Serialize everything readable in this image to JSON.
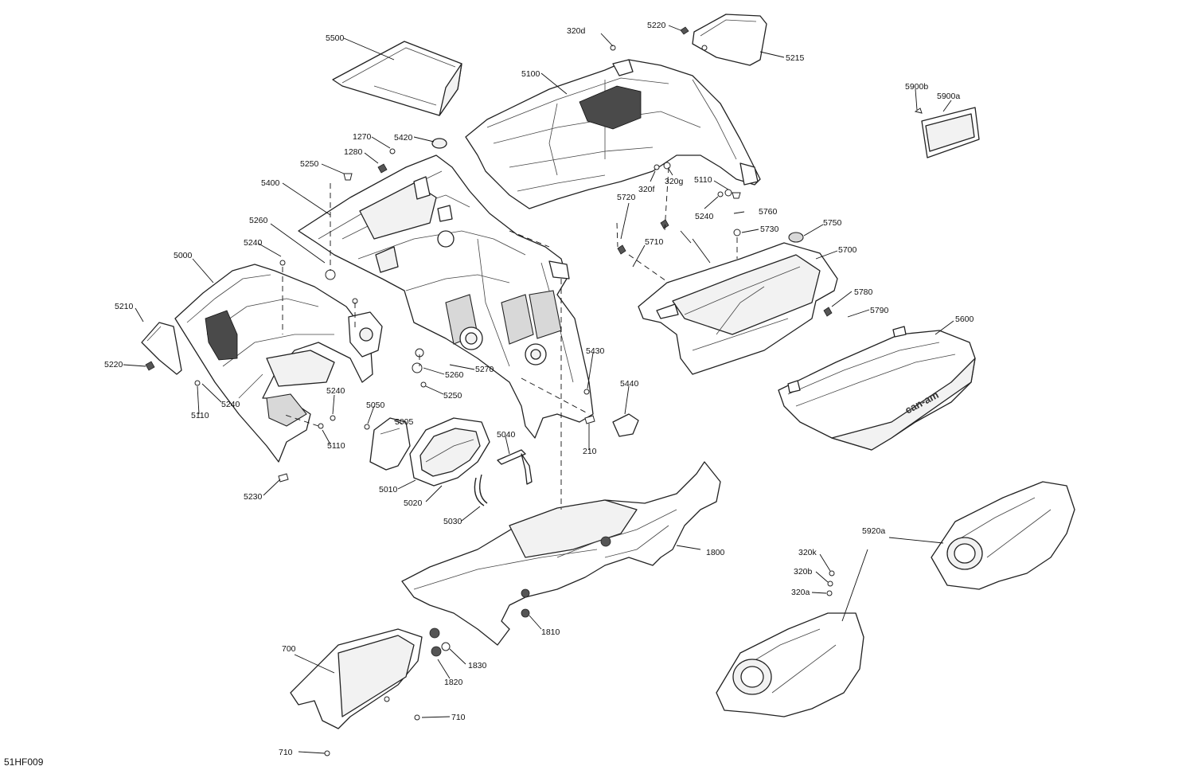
{
  "diagram_ref": "51HF009",
  "callouts": [
    {
      "id": "c5500",
      "text": "5500"
    },
    {
      "id": "c320d",
      "text": "320d"
    },
    {
      "id": "c5220a",
      "text": "5220"
    },
    {
      "id": "c5215",
      "text": "5215"
    },
    {
      "id": "c5100",
      "text": "5100"
    },
    {
      "id": "c5900b",
      "text": "5900b"
    },
    {
      "id": "c5900a",
      "text": "5900a"
    },
    {
      "id": "c1270",
      "text": "1270"
    },
    {
      "id": "c5420",
      "text": "5420"
    },
    {
      "id": "c1280",
      "text": "1280"
    },
    {
      "id": "c5250a",
      "text": "5250"
    },
    {
      "id": "c320f",
      "text": "320f"
    },
    {
      "id": "c320g",
      "text": "320g"
    },
    {
      "id": "c5110a",
      "text": "5110"
    },
    {
      "id": "c5400",
      "text": "5400"
    },
    {
      "id": "c5240a",
      "text": "5240"
    },
    {
      "id": "c5760",
      "text": "5760"
    },
    {
      "id": "c5720",
      "text": "5720"
    },
    {
      "id": "c5750",
      "text": "5750"
    },
    {
      "id": "c5730",
      "text": "5730"
    },
    {
      "id": "c5260a",
      "text": "5260"
    },
    {
      "id": "c5710",
      "text": "5710"
    },
    {
      "id": "c5700",
      "text": "5700"
    },
    {
      "id": "c5240b",
      "text": "5240"
    },
    {
      "id": "c5000",
      "text": "5000"
    },
    {
      "id": "c5780",
      "text": "5780"
    },
    {
      "id": "c5790",
      "text": "5790"
    },
    {
      "id": "c5210",
      "text": "5210"
    },
    {
      "id": "c5600",
      "text": "5600"
    },
    {
      "id": "c5430",
      "text": "5430"
    },
    {
      "id": "c5220b",
      "text": "5220"
    },
    {
      "id": "c5260b",
      "text": "5260"
    },
    {
      "id": "c5270",
      "text": "5270"
    },
    {
      "id": "c5250b",
      "text": "5250"
    },
    {
      "id": "c5440",
      "text": "5440"
    },
    {
      "id": "c5240c",
      "text": "5240"
    },
    {
      "id": "c5240d",
      "text": "5240"
    },
    {
      "id": "c5050",
      "text": "5050"
    },
    {
      "id": "c5005",
      "text": "5005"
    },
    {
      "id": "c5110b",
      "text": "5110"
    },
    {
      "id": "c5110c",
      "text": "5110"
    },
    {
      "id": "c210",
      "text": "210"
    },
    {
      "id": "c5040",
      "text": "5040"
    },
    {
      "id": "c5010",
      "text": "5010"
    },
    {
      "id": "c5020",
      "text": "5020"
    },
    {
      "id": "c5230",
      "text": "5230"
    },
    {
      "id": "c5030",
      "text": "5030"
    },
    {
      "id": "c5920a",
      "text": "5920a"
    },
    {
      "id": "c1800",
      "text": "1800"
    },
    {
      "id": "c320k",
      "text": "320k"
    },
    {
      "id": "c320b",
      "text": "320b"
    },
    {
      "id": "c320a",
      "text": "320a"
    },
    {
      "id": "c1810",
      "text": "1810"
    },
    {
      "id": "c700",
      "text": "700"
    },
    {
      "id": "c1830",
      "text": "1830"
    },
    {
      "id": "c1820",
      "text": "1820"
    },
    {
      "id": "c710a",
      "text": "710"
    },
    {
      "id": "c710b",
      "text": "710"
    }
  ],
  "logo_text": "can-am"
}
